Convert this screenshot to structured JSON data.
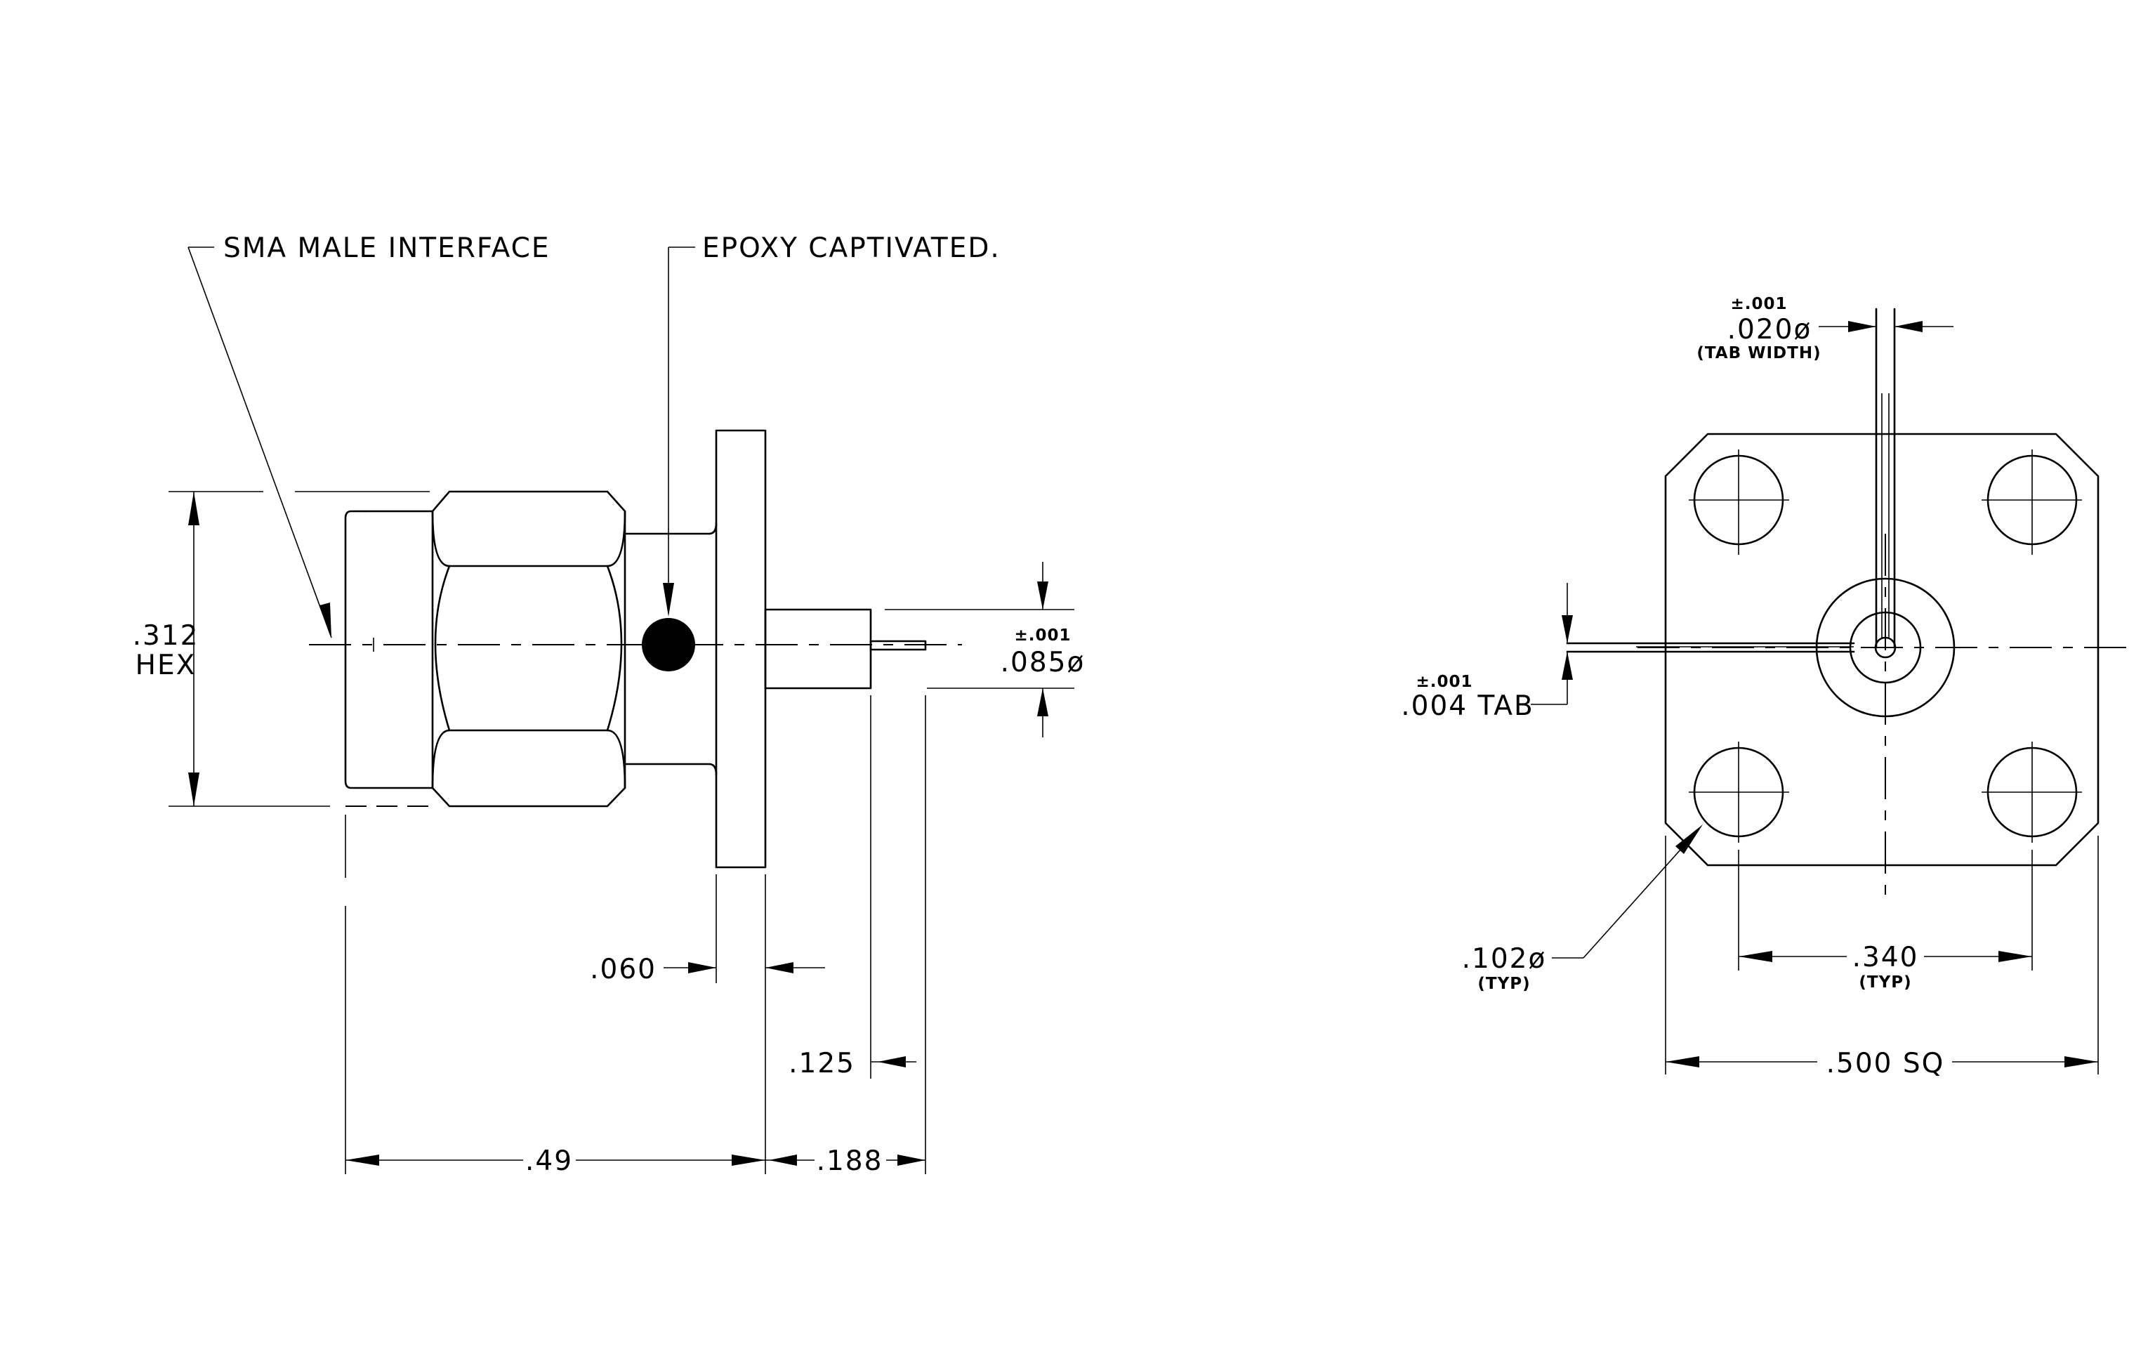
{
  "labels": {
    "sma_interface": "SMA MALE INTERFACE",
    "epoxy": "EPOXY CAPTIVATED.",
    "hex_value": ".312",
    "hex_word": "HEX",
    "pin_tol": "±.001",
    "pin_dia": ".085ø",
    "flange_thk": ".060",
    "dim_125": ".125",
    "dim_49": ".49",
    "dim_188": ".188",
    "tab_tol": "±.001",
    "tab_width_dim": ".020ø",
    "tab_width_note": "(TAB WIDTH)",
    "tab_thk_tol": "±.001",
    "tab_thk_dim": ".004 TAB",
    "hole_dia": ".102ø",
    "hole_typ": "(TYP)",
    "hole_spacing": ".340",
    "spacing_typ": "(TYP)",
    "flange_size": ".500 SQ"
  }
}
